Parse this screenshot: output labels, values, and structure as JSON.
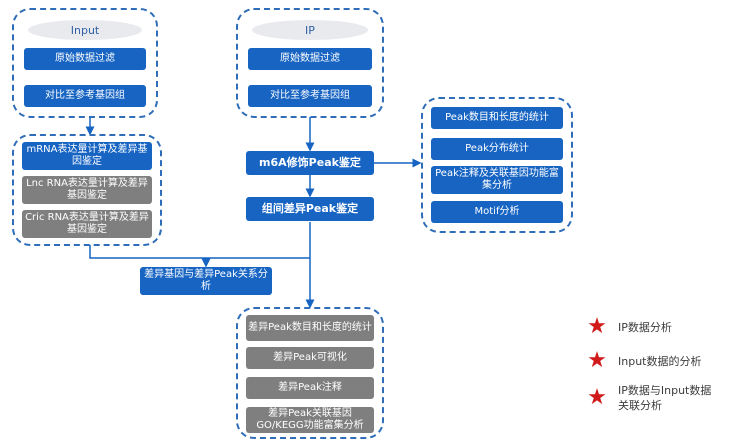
{
  "input_group": {
    "header": "Input",
    "steps": [
      "原始数据过滤",
      "对比至参考基因组"
    ]
  },
  "ip_group": {
    "header": "IP",
    "steps": [
      "原始数据过滤",
      "对比至参考基因组"
    ]
  },
  "expression_group": {
    "items": [
      {
        "label": "mRNA表达量计算及差异基因鉴定",
        "style": "blue"
      },
      {
        "label": "Lnc RNA表达量计算及差异基因鉴定",
        "style": "gray"
      },
      {
        "label": "Cric RNA表达量计算及差异基因鉴定",
        "style": "gray"
      }
    ]
  },
  "main_flow": {
    "peak_identification": "m6A修饰Peak鉴定",
    "diff_peak": "组间差异Peak鉴定",
    "joint_analysis": "差异基因与差异Peak关系分析"
  },
  "peak_stats_group": {
    "items": [
      "Peak数目和长度的统计",
      "Peak分布统计",
      "Peak注释及关联基因功能富集分析",
      "Motif分析"
    ]
  },
  "diff_peak_group": {
    "items": [
      "差异Peak数目和长度的统计",
      "差异Peak可视化",
      "差异Peak注释",
      "差异Peak关联基因GO/KEGG功能富集分析"
    ]
  },
  "legend": [
    {
      "icon": "star-icon",
      "label": "IP数据分析"
    },
    {
      "icon": "star-icon",
      "label": "Input数据的分析"
    },
    {
      "icon": "star-icon",
      "label": "IP数据与Input数据关联分析"
    }
  ],
  "colors": {
    "box_blue": "#1764c3",
    "box_gray": "#7f7f7f",
    "dashed_border": "#2f6db8",
    "star": "#d11a1a"
  }
}
